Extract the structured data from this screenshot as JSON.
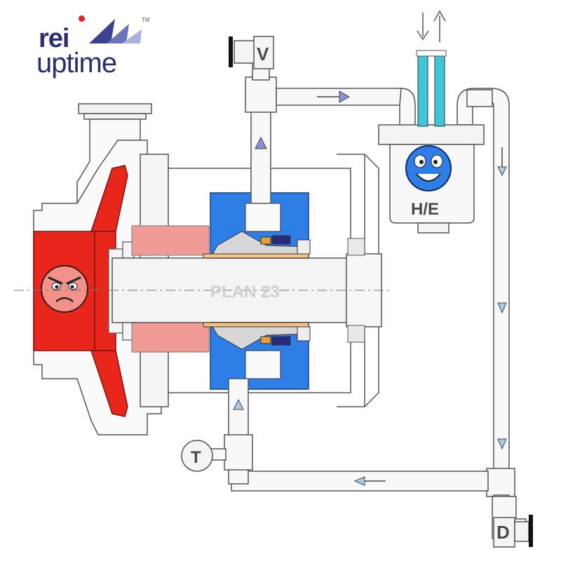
{
  "logo": {
    "line1": "rei",
    "line2": "uptime",
    "trademark": "TM"
  },
  "labels": {
    "vent": "V",
    "temperature": "T",
    "drain": "D",
    "heat_exchanger": "H/E",
    "plan": "PLAN 23"
  },
  "colors": {
    "hot": "#e8261c",
    "hot_light": "#f19b97",
    "seal_blue": "#2d7ee6",
    "cooling_water": "#3fc6d8",
    "arrow": "#8a8fd8",
    "arrow_water": "#a9cfe8",
    "brand": "#2b2f6b"
  },
  "faces": {
    "pump": "angry-face-icon",
    "heat_exchanger": "happy-face-icon"
  }
}
